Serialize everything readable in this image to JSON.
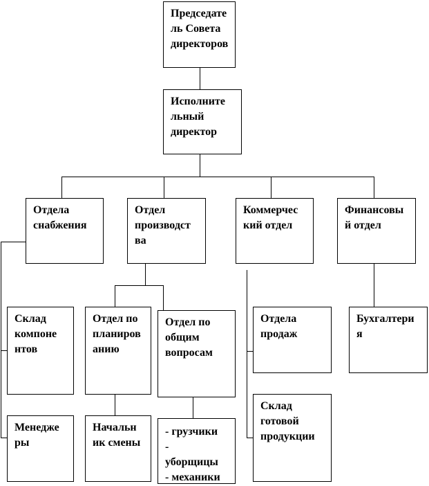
{
  "nodes": {
    "chairman": [
      "Председате",
      "ль Совета",
      "директоров"
    ],
    "executive": [
      "Исполните",
      "льный",
      "директор"
    ],
    "supply": [
      "Отдела",
      "снабжения"
    ],
    "production": [
      "Отдел",
      "производст",
      "ва"
    ],
    "commercial": [
      "Коммерчес",
      "кий отдел"
    ],
    "finance": [
      "Финансовы",
      "й отдел"
    ],
    "components_warehouse": [
      "Склад",
      "компоне",
      "нтов"
    ],
    "managers": [
      "Менедже",
      "ры"
    ],
    "planning": [
      "Отдел по",
      "планиров",
      "анию"
    ],
    "shift_chief": [
      "Начальн",
      "ик смены"
    ],
    "general": [
      "Отдел по",
      "общим",
      "вопросам"
    ],
    "workers": [
      "- грузчики",
      "-",
      "уборщицы",
      "- механики"
    ],
    "sales": [
      "Отдела",
      "продаж"
    ],
    "finished_warehouse": [
      "Склад",
      "готовой",
      "продукции"
    ],
    "accounting": [
      "Бухгалтери",
      "я"
    ]
  }
}
